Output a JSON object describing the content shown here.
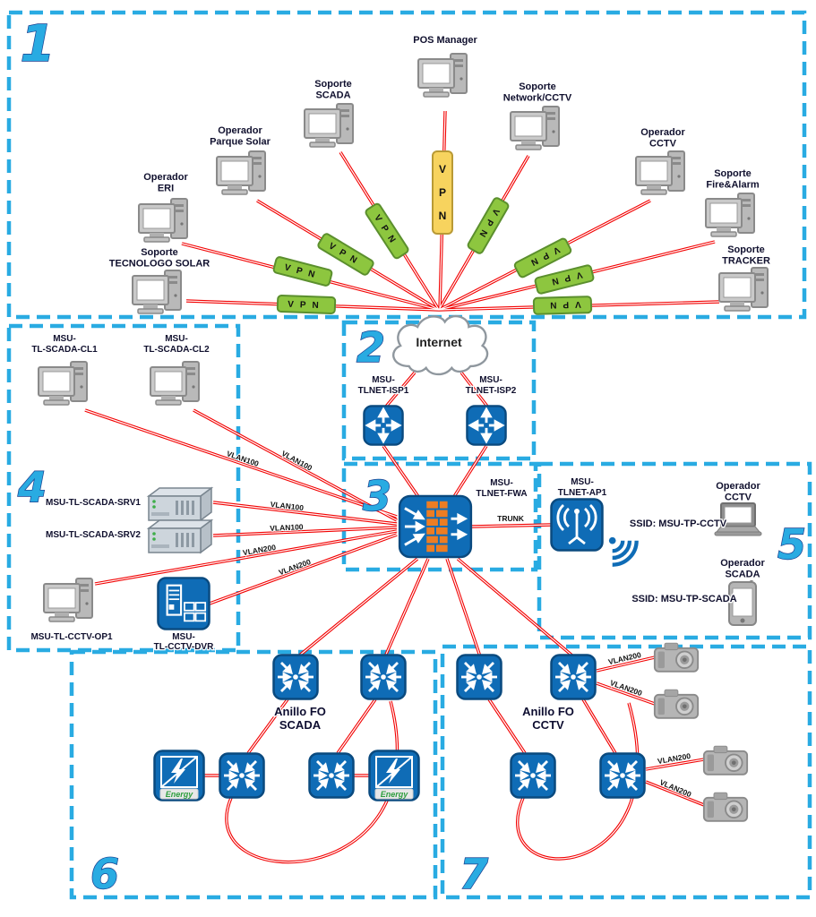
{
  "colors": {
    "zone_border": "#29abe2",
    "number_fill": "#29abe2",
    "number_outline": "#1b3f8f",
    "cable_red": "#f20000",
    "vpn_green": "#8dc63f",
    "vpn_yellow": "#f7d35e",
    "device_blue": "#0f6cb6",
    "energy_green": "#2e9e3e"
  },
  "icons": {
    "desktop": "desktop-pc-icon",
    "server": "rack-server-icon",
    "router": "router-icon",
    "firewall": "firewall-icon",
    "switch": "switch-icon",
    "access_point": "wireless-ap-icon",
    "wifi": "wifi-waves-icon",
    "laptop": "laptop-icon",
    "phone": "smartphone-icon",
    "camera": "camera-icon",
    "energy": "energy-meter-icon",
    "dvr": "dvr-icon",
    "cloud": "internet-cloud-icon"
  },
  "zones": [
    "1",
    "2",
    "3",
    "4",
    "5",
    "6",
    "7"
  ],
  "zone1": {
    "pos_manager": "POS Manager",
    "machines": [
      {
        "l1": "Soporte",
        "l2": "SCADA"
      },
      {
        "l1": "Operador",
        "l2": "Parque Solar"
      },
      {
        "l1": "Operador",
        "l2": "ERI"
      },
      {
        "l1": "Soporte",
        "l2": "TECNOLOGO SOLAR"
      },
      {
        "l1": "Soporte",
        "l2": "Network/CCTV"
      },
      {
        "l1": "Operador",
        "l2": "CCTV"
      },
      {
        "l1": "Soporte",
        "l2": "Fire&Alarm"
      },
      {
        "l1": "Soporte",
        "l2": "TRACKER"
      }
    ]
  },
  "zone2": {
    "internet": "Internet",
    "router1": {
      "l1": "MSU-",
      "l2": "TLNET-ISP1"
    },
    "router2": {
      "l1": "MSU-",
      "l2": "TLNET-ISP2"
    }
  },
  "zone3": {
    "firewall": {
      "l1": "MSU-",
      "l2": "TLNET-FWA"
    }
  },
  "zone4": {
    "client1": {
      "l1": "MSU-",
      "l2": "TL-SCADA-CL1"
    },
    "client2": {
      "l1": "MSU-",
      "l2": "TL-SCADA-CL2"
    },
    "server1": "MSU-TL-SCADA-SRV1",
    "server2": "MSU-TL-SCADA-SRV2",
    "operator_pc": "MSU-TL-CCTV-OP1",
    "dvr": {
      "l1": "MSU-",
      "l2": "TL-CCTV-DVR"
    }
  },
  "zone5": {
    "ap": {
      "l1": "MSU-",
      "l2": "TLNET-AP1"
    },
    "ssid_cctv": "SSID: MSU-TP-CCTV",
    "ssid_scada": "SSID: MSU-TP-SCADA",
    "laptop": {
      "l1": "Operador",
      "l2": "CCTV"
    },
    "phone": {
      "l1": "Operador",
      "l2": "SCADA"
    }
  },
  "zone6": {
    "ring": {
      "l1": "Anillo FO",
      "l2": "SCADA"
    },
    "energy": "Energy"
  },
  "zone7": {
    "ring": {
      "l1": "Anillo FO",
      "l2": "CCTV"
    },
    "camera_links": [
      "VLAN200",
      "VLAN200",
      "VLAN200",
      "VLAN200"
    ]
  },
  "links": {
    "vpn": "VPN",
    "vpn_vertical": [
      "V",
      "P",
      "N"
    ],
    "trunk": "TRUNK",
    "vlan": [
      "VLAN100",
      "VLAN100",
      "VLAN100",
      "VLAN100",
      "VLAN200",
      "VLAN200"
    ]
  }
}
